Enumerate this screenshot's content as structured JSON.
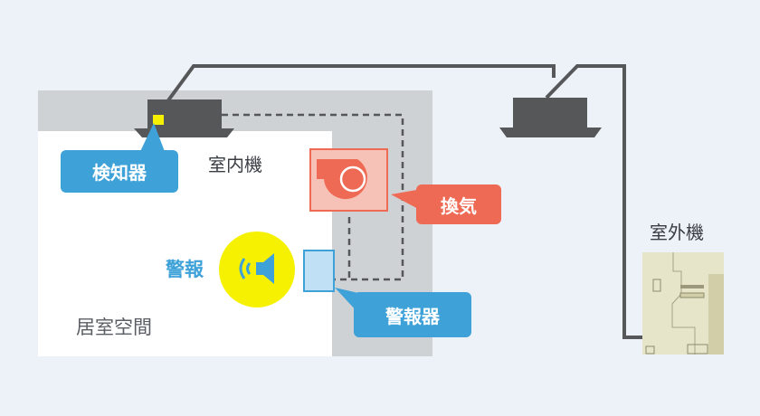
{
  "labels": {
    "indoor_unit": "室内機",
    "outdoor_unit": "室外機",
    "living_space": "居室空間",
    "alarm": "警報"
  },
  "callouts": {
    "detector": "検知器",
    "ventilation": "換気",
    "alarm_device": "警報器"
  },
  "colors": {
    "background": "#edf1f8",
    "wall": "#cfd2d5",
    "callout_blue": "#3ea2d9",
    "ventilation_red": "#ee6a55",
    "alarm_yellow": "#f6f100",
    "unit_gray": "#555758",
    "outdoor_beige": "#e6e4c9"
  },
  "icons": [
    "ceiling-ac-unit-icon",
    "fan-icon",
    "speaker-icon",
    "alarm-box-icon",
    "outdoor-unit-icon"
  ]
}
